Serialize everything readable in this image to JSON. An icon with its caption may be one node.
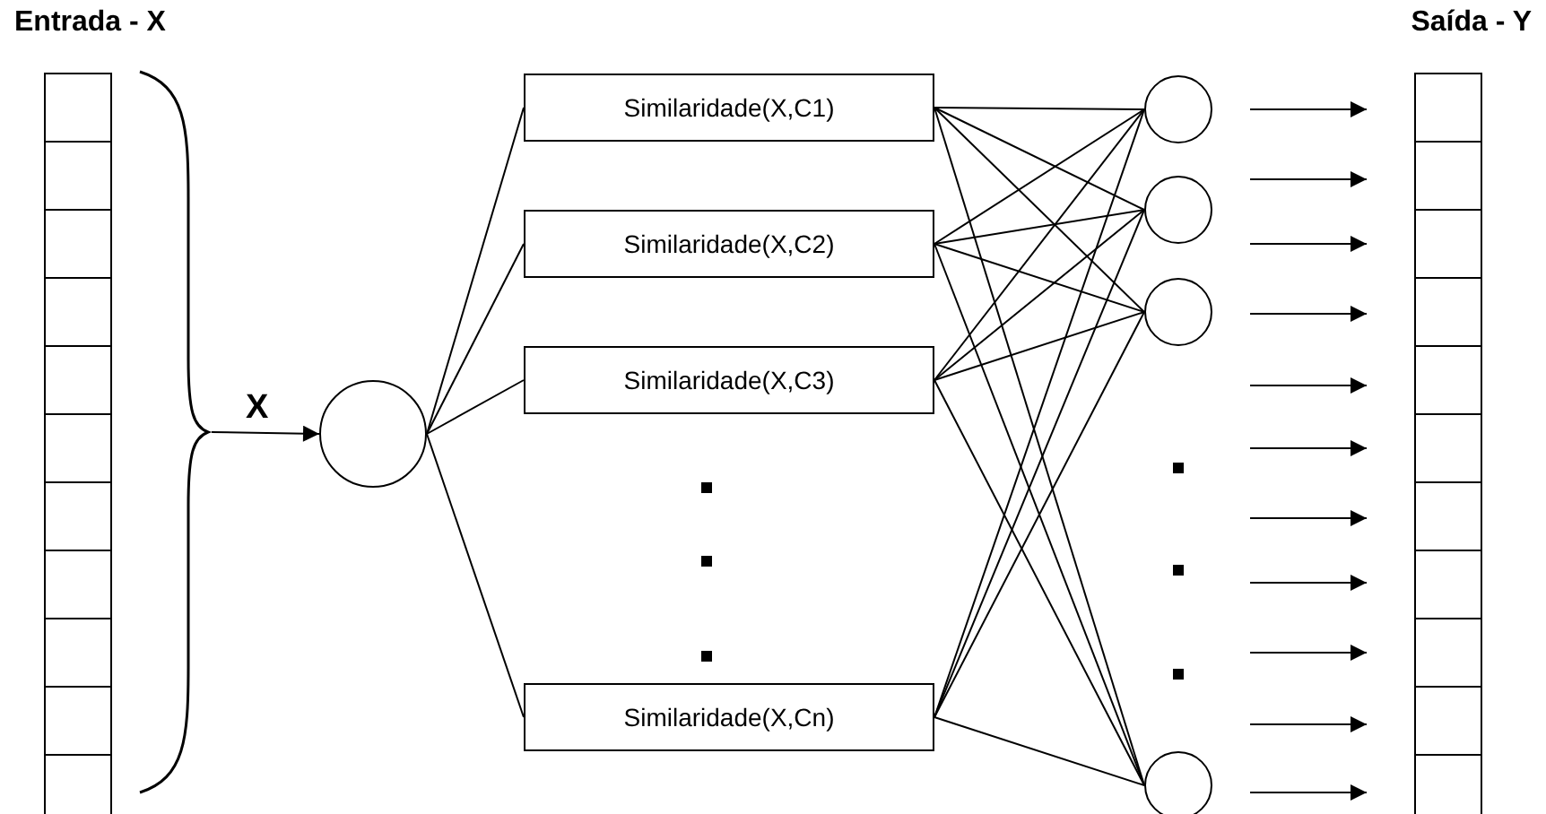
{
  "diagram": {
    "nodes": [
      {
        "text": [
          "Entrada - X"
        ]
      },
      {
        "text": [],
        "shape": "circle"
      },
      {
        "text": [
          "Similaridade(X,C1)"
        ]
      },
      {
        "text": [
          "Similaridade(X,C2)"
        ]
      },
      {
        "text": [
          "Similaridade(X,C3)"
        ]
      },
      {
        "text": [
          "Similaridade(X,Cn)"
        ]
      },
      {
        "text": [],
        "shape": "circle"
      },
      {
        "text": [],
        "shape": "circle"
      },
      {
        "text": [],
        "shape": "circle"
      },
      {
        "text": [],
        "shape": "circle"
      },
      {
        "text": [
          "Saída - Y"
        ]
      }
    ],
    "edges": [
      {
        "from": 0,
        "to": 1,
        "arrow": "to",
        "label": "X"
      },
      {
        "from": 1,
        "to": 2,
        "arrow": "none"
      },
      {
        "from": 1,
        "to": 3,
        "arrow": "none"
      },
      {
        "from": 1,
        "to": 4,
        "arrow": "none"
      },
      {
        "from": 1,
        "to": 5,
        "arrow": "none"
      },
      {
        "from": 2,
        "to": 6,
        "arrow": "none"
      },
      {
        "from": 2,
        "to": 7,
        "arrow": "none"
      },
      {
        "from": 2,
        "to": 8,
        "arrow": "none"
      },
      {
        "from": 2,
        "to": 9,
        "arrow": "none"
      },
      {
        "from": 3,
        "to": 6,
        "arrow": "none"
      },
      {
        "from": 3,
        "to": 7,
        "arrow": "none"
      },
      {
        "from": 3,
        "to": 8,
        "arrow": "none"
      },
      {
        "from": 3,
        "to": 9,
        "arrow": "none"
      },
      {
        "from": 4,
        "to": 6,
        "arrow": "none"
      },
      {
        "from": 4,
        "to": 7,
        "arrow": "none"
      },
      {
        "from": 4,
        "to": 8,
        "arrow": "none"
      },
      {
        "from": 4,
        "to": 9,
        "arrow": "none"
      },
      {
        "from": 5,
        "to": 6,
        "arrow": "none"
      },
      {
        "from": 5,
        "to": 7,
        "arrow": "none"
      },
      {
        "from": 5,
        "to": 8,
        "arrow": "none"
      },
      {
        "from": 5,
        "to": 9,
        "arrow": "none"
      },
      {
        "from": null,
        "to": 10,
        "arrow": "to"
      },
      {
        "from": null,
        "to": 10,
        "arrow": "to"
      },
      {
        "from": null,
        "to": 10,
        "arrow": "to"
      },
      {
        "from": null,
        "to": 10,
        "arrow": "to"
      },
      {
        "from": null,
        "to": 10,
        "arrow": "to"
      },
      {
        "from": null,
        "to": 10,
        "arrow": "to"
      },
      {
        "from": null,
        "to": 10,
        "arrow": "to"
      },
      {
        "from": null,
        "to": 10,
        "arrow": "to"
      },
      {
        "from": null,
        "to": 10,
        "arrow": "to"
      },
      {
        "from": null,
        "to": 10,
        "arrow": "to"
      },
      {
        "from": null,
        "to": 10,
        "arrow": "to"
      }
    ]
  }
}
